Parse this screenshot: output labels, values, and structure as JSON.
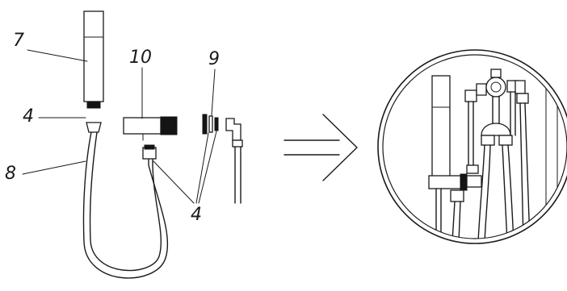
{
  "callouts": {
    "hand_shower": "7",
    "seal_top": "4",
    "hose": "8",
    "outlet_elbow": "10",
    "washers": "9",
    "seal_bottom": "4"
  },
  "colors": {
    "ink": "#1a1a1a",
    "fill_dark": "#141414",
    "background": "#ffffff"
  },
  "icons": {
    "assembly_arrow": "arrow-right-icon"
  }
}
